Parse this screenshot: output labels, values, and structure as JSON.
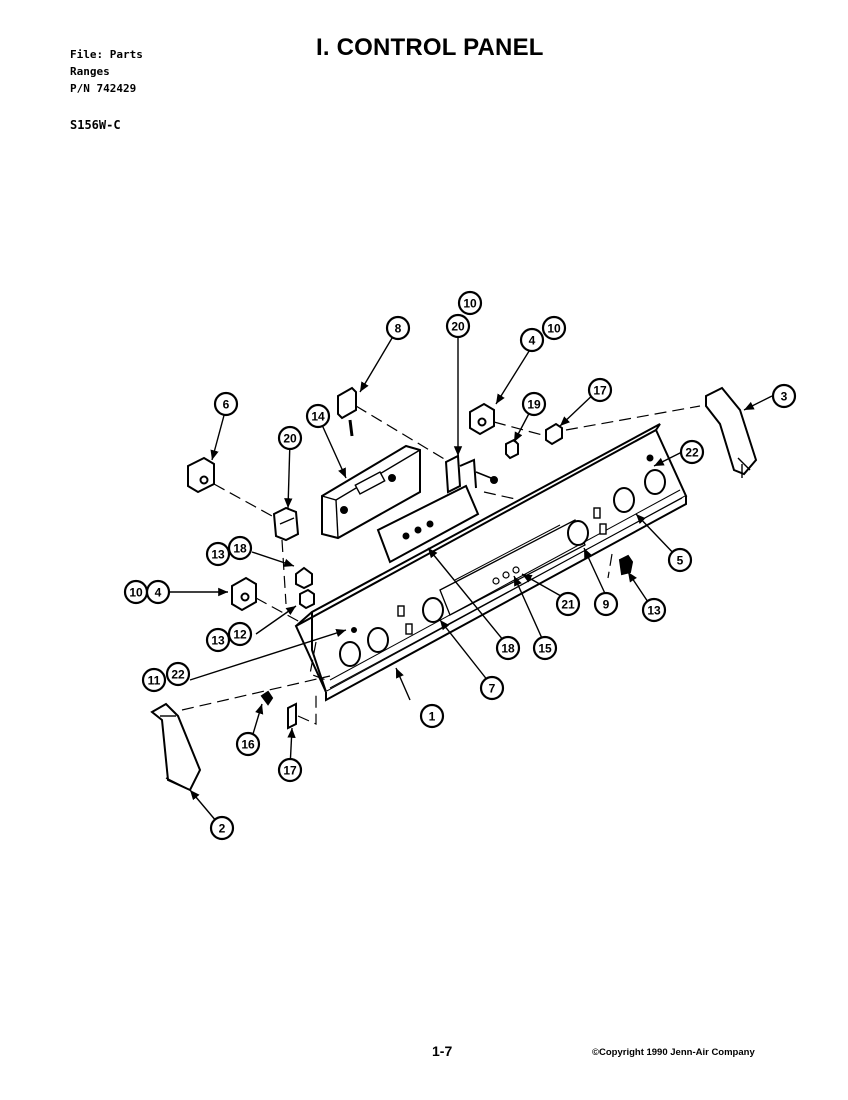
{
  "header": {
    "file_line": "File: Parts",
    "category_line": "Ranges",
    "pn_line": "P/N 742429",
    "model": "S156W-C",
    "title": "I. CONTROL PANEL"
  },
  "footer": {
    "page": "1-7",
    "copyright": "©Copyright 1990 Jenn-Air Company"
  },
  "callouts": {
    "c1": "1",
    "c2": "2",
    "c3": "3",
    "c4a": "4",
    "c4b": "4",
    "c5": "5",
    "c6": "6",
    "c7": "7",
    "c8": "8",
    "c9": "9",
    "c10a": "10",
    "c10b": "10",
    "c10c": "10",
    "c11": "11",
    "c12": "12",
    "c13a": "13",
    "c13b": "13",
    "c13c": "13",
    "c14": "14",
    "c15": "15",
    "c16": "16",
    "c17": "17",
    "c17b": "17",
    "c18": "18",
    "c18b": "18",
    "c19": "19",
    "c20a": "20",
    "c20b": "20",
    "c21": "21",
    "c22a": "22",
    "c22b": "22"
  }
}
